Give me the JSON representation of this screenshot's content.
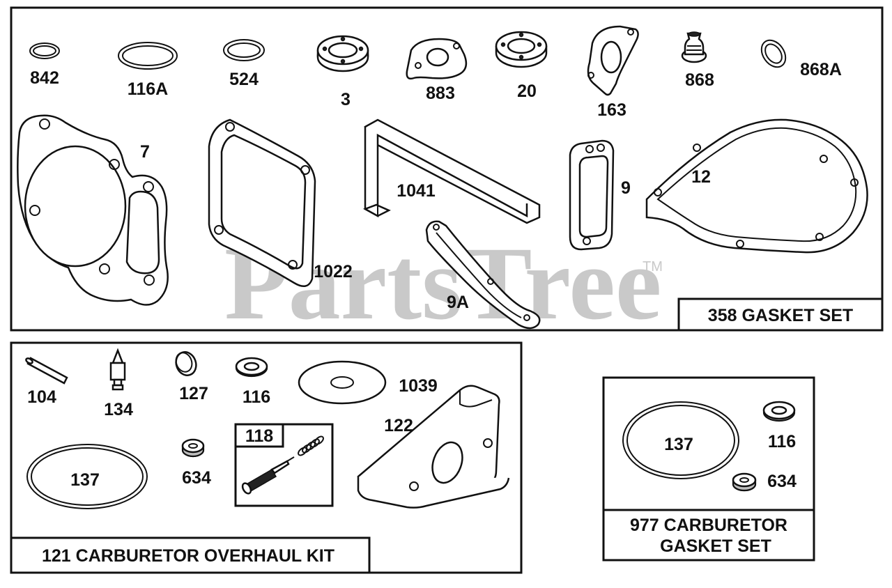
{
  "watermark": {
    "brand": "PartsTree",
    "trademark": "TM"
  },
  "colors": {
    "ink": "#111111",
    "watermark": "#c9c9c9",
    "background": "#ffffff"
  },
  "panels": {
    "gasket_set": {
      "title": "358 GASKET SET",
      "labels": {
        "p842": "842",
        "p116a": "116A",
        "p524": "524",
        "p3": "3",
        "p883": "883",
        "p20": "20",
        "p163": "163",
        "p868": "868",
        "p868a": "868A",
        "p7": "7",
        "p1022": "1022",
        "p1041": "1041",
        "p9": "9",
        "p9a": "9A",
        "p12": "12"
      }
    },
    "overhaul_kit": {
      "title": "121 CARBURETOR OVERHAUL KIT",
      "labels": {
        "p104": "104",
        "p134": "134",
        "p127": "127",
        "p116": "116",
        "p1039": "1039",
        "p122": "122",
        "p137": "137",
        "p634": "634",
        "p118": "118"
      }
    },
    "carb_gasket_set": {
      "title_line1": "977 CARBURETOR",
      "title_line2": "GASKET SET",
      "labels": {
        "p137": "137",
        "p116": "116",
        "p634": "634"
      }
    }
  }
}
